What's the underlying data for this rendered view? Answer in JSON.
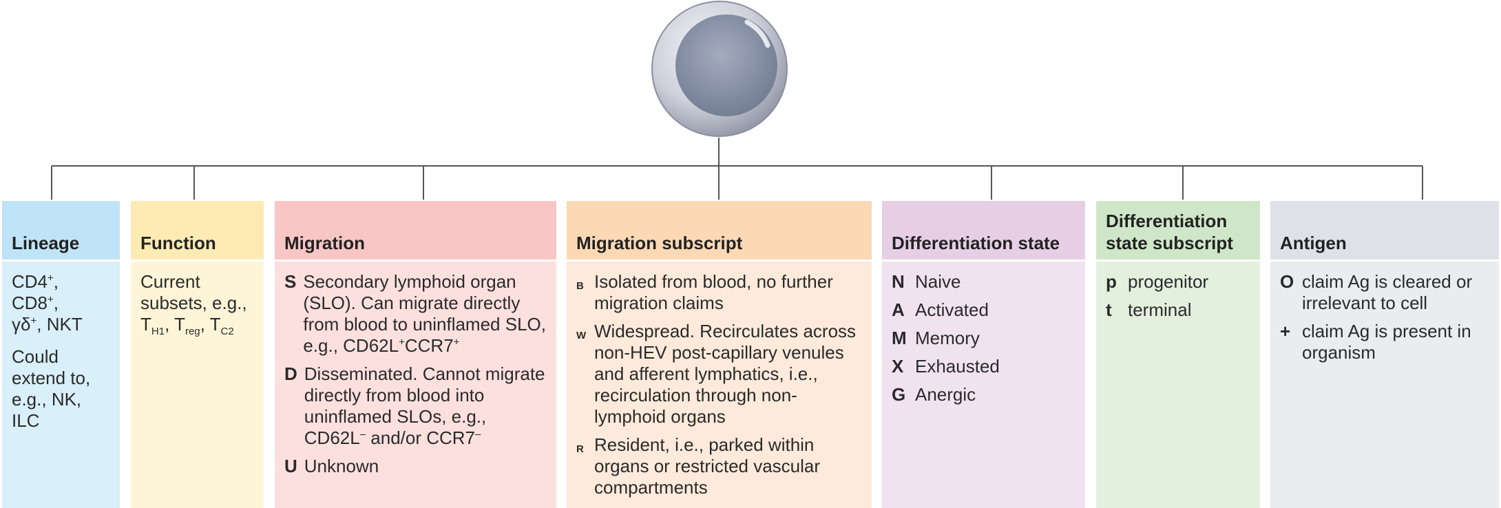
{
  "columns": [
    {
      "key": "lineage",
      "title": "Lineage",
      "bg_head": "#bfe3f7",
      "bg_body": "#d9effa",
      "paragraphs": [
        {
          "parts": [
            "CD4",
            "+",
            ", CD8",
            "+",
            ",",
            "γδ",
            "+",
            ", NKT"
          ]
        },
        {
          "text": "Could extend to, e.g., NK, ILC"
        }
      ]
    },
    {
      "key": "function",
      "title": "Function",
      "bg_head": "#fdebb3",
      "bg_body": "#fef5d8",
      "lines": [
        "Current",
        "subsets, e.g.,"
      ],
      "subsets": [
        {
          "base": "T",
          "sub": "H1"
        },
        {
          "base": "T",
          "sub": "reg"
        },
        {
          "base": "T",
          "sub": "C2"
        }
      ]
    },
    {
      "key": "migration",
      "title": "Migration",
      "bg_head": "#f8c6c4",
      "bg_body": "#fbe0de",
      "entries": [
        {
          "code": "S",
          "text": "Secondary lymphoid organ (SLO). Can migrate directly from blood to uninflamed SLO, e.g., CD62L",
          "sup1": "+",
          "text2": "CCR7",
          "sup2": "+"
        },
        {
          "code": "D",
          "text": "Disseminated. Cannot migrate directly from blood into uninflamed SLOs, e.g., CD62L",
          "sup1": "–",
          "text2": " and/or CCR7",
          "sup2": "–"
        },
        {
          "code": "U",
          "text": "Unknown"
        }
      ]
    },
    {
      "key": "migration_subscript",
      "title": "Migration subscript",
      "bg_head": "#fcd9b4",
      "bg_body": "#fdeadb",
      "entries": [
        {
          "code": "B",
          "text": "Isolated from blood, no further migration claims"
        },
        {
          "code": "W",
          "text": "Widespread. Recirculates across non-HEV post-capillary venules and afferent lymphatics, i.e., recirculation through non-lymphoid organs"
        },
        {
          "code": "R",
          "text": "Resident, i.e., parked within organs or restricted vascular compartments"
        }
      ]
    },
    {
      "key": "differentiation_state",
      "title": "Differentiation state",
      "bg_head": "#e6cfe5",
      "bg_body": "#f0e3ef",
      "entries": [
        {
          "code": "N",
          "text": "Naive"
        },
        {
          "code": "A",
          "text": "Activated"
        },
        {
          "code": "M",
          "text": "Memory"
        },
        {
          "code": "X",
          "text": "Exhausted"
        },
        {
          "code": "G",
          "text": "Anergic"
        }
      ]
    },
    {
      "key": "differentiation_state_subscript",
      "title": "Differentiation state subscript",
      "bg_head": "#cfe7c8",
      "bg_body": "#e3f0de",
      "entries": [
        {
          "code": "p",
          "text": "progenitor"
        },
        {
          "code": "t",
          "text": "terminal"
        }
      ]
    },
    {
      "key": "antigen",
      "title": "Antigen",
      "bg_head": "#dee1e7",
      "bg_body": "#eaecf0",
      "entries": [
        {
          "code": "O",
          "text": "claim Ag is cleared or irrelevant to cell"
        },
        {
          "code": "+",
          "text": "claim Ag is present in organism"
        }
      ]
    }
  ],
  "colors": {
    "line": "#555555",
    "cell_outer": "#c9ccd6",
    "cell_inner": "#8f98ab"
  }
}
